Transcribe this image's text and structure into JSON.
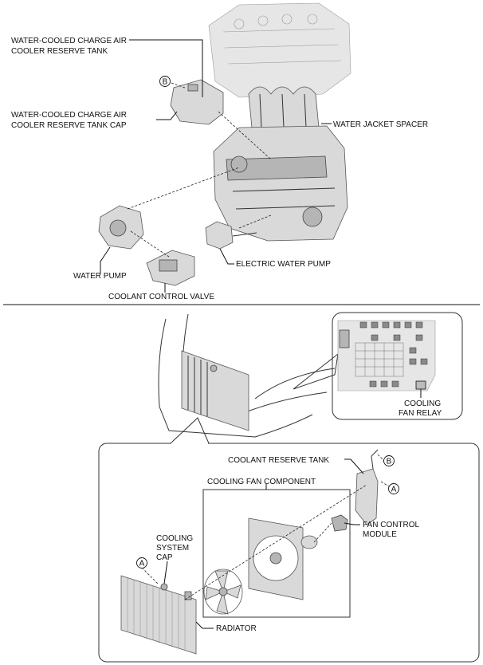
{
  "top_section": {
    "labels": {
      "charge_air_tank": [
        "WATER-COOLED CHARGE AIR",
        "COOLER RESERVE TANK"
      ],
      "charge_air_tank_cap": [
        "WATER-COOLED CHARGE AIR",
        "COOLER RESERVE TANK CAP"
      ],
      "water_jacket_spacer": "WATER JACKET SPACER",
      "water_pump": "WATER PUMP",
      "electric_water_pump": "ELECTRIC WATER PUMP",
      "coolant_control_valve": "COOLANT CONTROL VALVE"
    },
    "callout_b": "B"
  },
  "bottom_section": {
    "labels": {
      "cooling_fan_relay": [
        "COOLING",
        "FAN RELAY"
      ],
      "coolant_reserve_tank": "COOLANT RESERVE TANK",
      "cooling_fan_component": "COOLING FAN COMPONENT",
      "fan_control_module": [
        "FAN CONTROL",
        "MODULE"
      ],
      "cooling_system_cap": [
        "COOLING",
        "SYSTEM",
        "CAP"
      ],
      "radiator": "RADIATOR"
    },
    "callout_a": "A",
    "callout_b": "B"
  }
}
